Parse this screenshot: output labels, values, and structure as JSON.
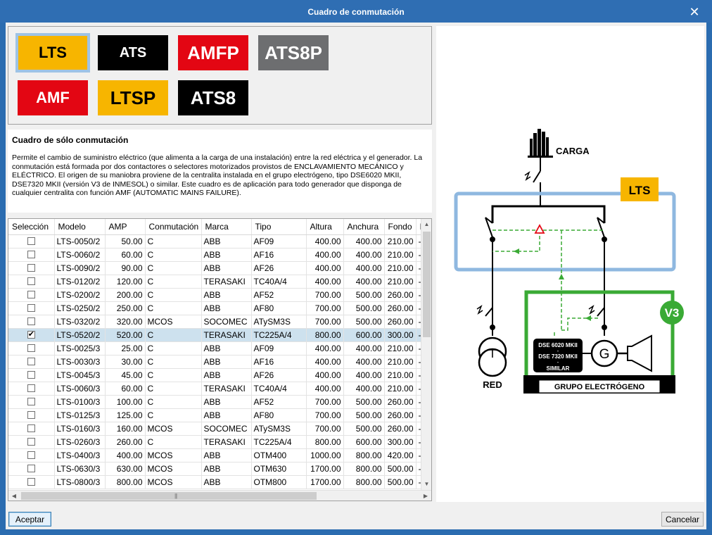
{
  "window": {
    "title": "Cuadro de conmutación",
    "close_glyph": "✕"
  },
  "types": [
    {
      "label": "LTS",
      "bg": "#f7b500",
      "fg": "#000000",
      "selected": true
    },
    {
      "label": "ATS",
      "bg": "#000000",
      "fg": "#ffffff",
      "selected": false
    },
    {
      "label": "AMFP",
      "bg": "#e30613",
      "fg": "#ffffff",
      "selected": false
    },
    {
      "label": "ATS8P",
      "bg": "#6d6e70",
      "fg": "#ffffff",
      "selected": false
    },
    {
      "label": "AMF",
      "bg": "#e30613",
      "fg": "#ffffff",
      "selected": false
    },
    {
      "label": "LTSP",
      "bg": "#f7b500",
      "fg": "#000000",
      "selected": false
    },
    {
      "label": "ATS8",
      "bg": "#000000",
      "fg": "#ffffff",
      "selected": false
    }
  ],
  "description": {
    "title": "Cuadro de sólo conmutación",
    "text": "Permite el cambio de suministro eléctrico (que alimenta a la carga de una instalación) entre la red eléctrica y el generador. La conmutación está formada por dos contactores o selectores motorizados provistos de ENCLAVAMIENTO MECÁNICO y ELÉCTRICO. El origen de su maniobra proviene de la centralita instalada en el grupo electrógeno, tipo DSE6020 MKII, DSE7320 MKII (versión V3 de INMESOL) o similar. Este cuadro es de aplicación para todo generador que disponga de cualquier centralita con función AMF (AUTOMATIC MAINS FAILURE)."
  },
  "table": {
    "columns": [
      "Selección",
      "Modelo",
      "AMP",
      "Conmutación",
      "Marca",
      "Tipo",
      "Altura",
      "Anchura",
      "Fondo",
      "I"
    ],
    "rows": [
      {
        "sel": false,
        "modelo": "LTS-0050/2",
        "amp": "50.00",
        "conm": "C",
        "marca": "ABB",
        "tipo": "AF09",
        "alt": "400.00",
        "anch": "400.00",
        "fondo": "210.00",
        "x": "-"
      },
      {
        "sel": false,
        "modelo": "LTS-0060/2",
        "amp": "60.00",
        "conm": "C",
        "marca": "ABB",
        "tipo": "AF16",
        "alt": "400.00",
        "anch": "400.00",
        "fondo": "210.00",
        "x": "-"
      },
      {
        "sel": false,
        "modelo": "LTS-0090/2",
        "amp": "90.00",
        "conm": "C",
        "marca": "ABB",
        "tipo": "AF26",
        "alt": "400.00",
        "anch": "400.00",
        "fondo": "210.00",
        "x": "-"
      },
      {
        "sel": false,
        "modelo": "LTS-0120/2",
        "amp": "120.00",
        "conm": "C",
        "marca": "TERASAKI",
        "tipo": "TC40A/4",
        "alt": "400.00",
        "anch": "400.00",
        "fondo": "210.00",
        "x": "-"
      },
      {
        "sel": false,
        "modelo": "LTS-0200/2",
        "amp": "200.00",
        "conm": "C",
        "marca": "ABB",
        "tipo": "AF52",
        "alt": "700.00",
        "anch": "500.00",
        "fondo": "260.00",
        "x": "-"
      },
      {
        "sel": false,
        "modelo": "LTS-0250/2",
        "amp": "250.00",
        "conm": "C",
        "marca": "ABB",
        "tipo": "AF80",
        "alt": "700.00",
        "anch": "500.00",
        "fondo": "260.00",
        "x": "-"
      },
      {
        "sel": false,
        "modelo": "LTS-0320/2",
        "amp": "320.00",
        "conm": "MCOS",
        "marca": "SOCOMEC",
        "tipo": "ATySM3S",
        "alt": "700.00",
        "anch": "500.00",
        "fondo": "260.00",
        "x": "-"
      },
      {
        "sel": true,
        "modelo": "LTS-0520/2",
        "amp": "520.00",
        "conm": "C",
        "marca": "TERASAKI",
        "tipo": "TC225A/4",
        "alt": "800.00",
        "anch": "600.00",
        "fondo": "300.00",
        "x": "-"
      },
      {
        "sel": false,
        "modelo": "LTS-0025/3",
        "amp": "25.00",
        "conm": "C",
        "marca": "ABB",
        "tipo": "AF09",
        "alt": "400.00",
        "anch": "400.00",
        "fondo": "210.00",
        "x": "-"
      },
      {
        "sel": false,
        "modelo": "LTS-0030/3",
        "amp": "30.00",
        "conm": "C",
        "marca": "ABB",
        "tipo": "AF16",
        "alt": "400.00",
        "anch": "400.00",
        "fondo": "210.00",
        "x": "-"
      },
      {
        "sel": false,
        "modelo": "LTS-0045/3",
        "amp": "45.00",
        "conm": "C",
        "marca": "ABB",
        "tipo": "AF26",
        "alt": "400.00",
        "anch": "400.00",
        "fondo": "210.00",
        "x": "-"
      },
      {
        "sel": false,
        "modelo": "LTS-0060/3",
        "amp": "60.00",
        "conm": "C",
        "marca": "TERASAKI",
        "tipo": "TC40A/4",
        "alt": "400.00",
        "anch": "400.00",
        "fondo": "210.00",
        "x": "-"
      },
      {
        "sel": false,
        "modelo": "LTS-0100/3",
        "amp": "100.00",
        "conm": "C",
        "marca": "ABB",
        "tipo": "AF52",
        "alt": "700.00",
        "anch": "500.00",
        "fondo": "260.00",
        "x": "-"
      },
      {
        "sel": false,
        "modelo": "LTS-0125/3",
        "amp": "125.00",
        "conm": "C",
        "marca": "ABB",
        "tipo": "AF80",
        "alt": "700.00",
        "anch": "500.00",
        "fondo": "260.00",
        "x": "-"
      },
      {
        "sel": false,
        "modelo": "LTS-0160/3",
        "amp": "160.00",
        "conm": "MCOS",
        "marca": "SOCOMEC",
        "tipo": "ATySM3S",
        "alt": "700.00",
        "anch": "500.00",
        "fondo": "260.00",
        "x": "-"
      },
      {
        "sel": false,
        "modelo": "LTS-0260/3",
        "amp": "260.00",
        "conm": "C",
        "marca": "TERASAKI",
        "tipo": "TC225A/4",
        "alt": "800.00",
        "anch": "600.00",
        "fondo": "300.00",
        "x": "-"
      },
      {
        "sel": false,
        "modelo": "LTS-0400/3",
        "amp": "400.00",
        "conm": "MCOS",
        "marca": "ABB",
        "tipo": "OTM400",
        "alt": "1000.00",
        "anch": "800.00",
        "fondo": "420.00",
        "x": "-"
      },
      {
        "sel": false,
        "modelo": "LTS-0630/3",
        "amp": "630.00",
        "conm": "MCOS",
        "marca": "ABB",
        "tipo": "OTM630",
        "alt": "1700.00",
        "anch": "800.00",
        "fondo": "500.00",
        "x": "-"
      },
      {
        "sel": false,
        "modelo": "LTS-0800/3",
        "amp": "800.00",
        "conm": "MCOS",
        "marca": "ABB",
        "tipo": "OTM800",
        "alt": "1700.00",
        "anch": "800.00",
        "fondo": "500.00",
        "x": "-"
      }
    ]
  },
  "diagram": {
    "load_label": "CARGA",
    "panel_label": "LTS",
    "version_label": "V3",
    "grid_label": "RED",
    "transformer_glyph": "T",
    "generator_glyph": "G",
    "genset_label": "GRUPO ELECTRÓGENO",
    "controller_lines": [
      "DSE 6020 MKII",
      "-",
      "DSE 7320 MKII",
      "-",
      "SIMILAR"
    ],
    "colors": {
      "panel_border": "#8fb8e0",
      "genset_border": "#3aaa35",
      "lts_badge": "#f7b500",
      "alarm": "#e30613",
      "signal": "#3aaa35"
    }
  },
  "buttons": {
    "accept": "Aceptar",
    "cancel": "Cancelar"
  }
}
